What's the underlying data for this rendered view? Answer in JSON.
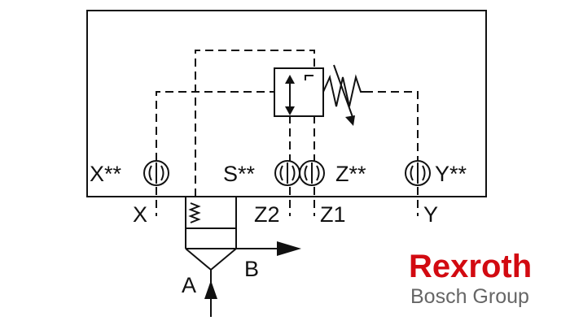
{
  "diagram": {
    "port_labels": {
      "x_star": "X**",
      "s_star": "S**",
      "z_star": "Z**",
      "y_star": "Y**",
      "x": "X",
      "z2": "Z2",
      "z1": "Z1",
      "y": "Y",
      "a": "A",
      "b": "B"
    }
  },
  "logo": {
    "brand": "Rexroth",
    "group": "Bosch Group",
    "brand_color": "#d20a11",
    "group_color": "#666666"
  }
}
